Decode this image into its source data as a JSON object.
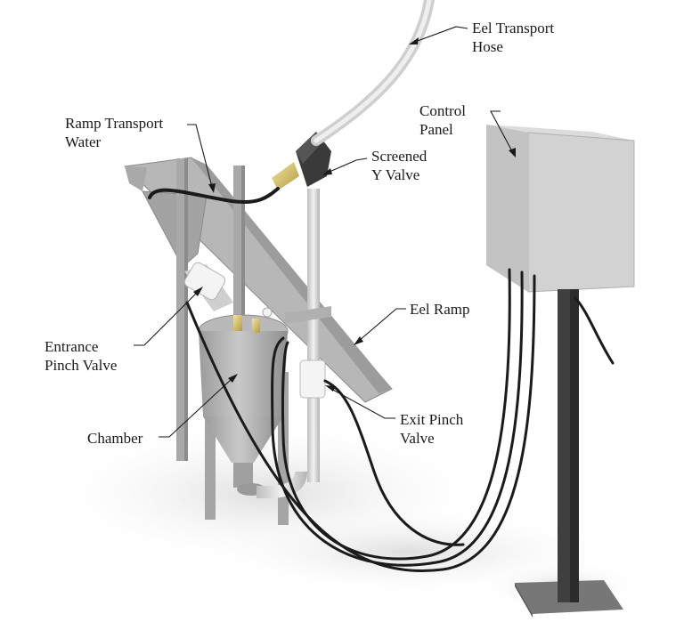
{
  "labels": {
    "eel_transport_hose": [
      "Eel Transport",
      "Hose"
    ],
    "ramp_transport_water": [
      "Ramp Transport",
      "Water"
    ],
    "screened_y_valve": [
      "Screened",
      "Y Valve"
    ],
    "control_panel": [
      "Control",
      "Panel"
    ],
    "eel_ramp": [
      "Eel Ramp"
    ],
    "entrance_pinch_valve": [
      "Entrance",
      "Pinch Valve"
    ],
    "chamber": [
      "Chamber"
    ],
    "exit_pinch_valve": [
      "Exit Pinch",
      "Valve"
    ]
  }
}
